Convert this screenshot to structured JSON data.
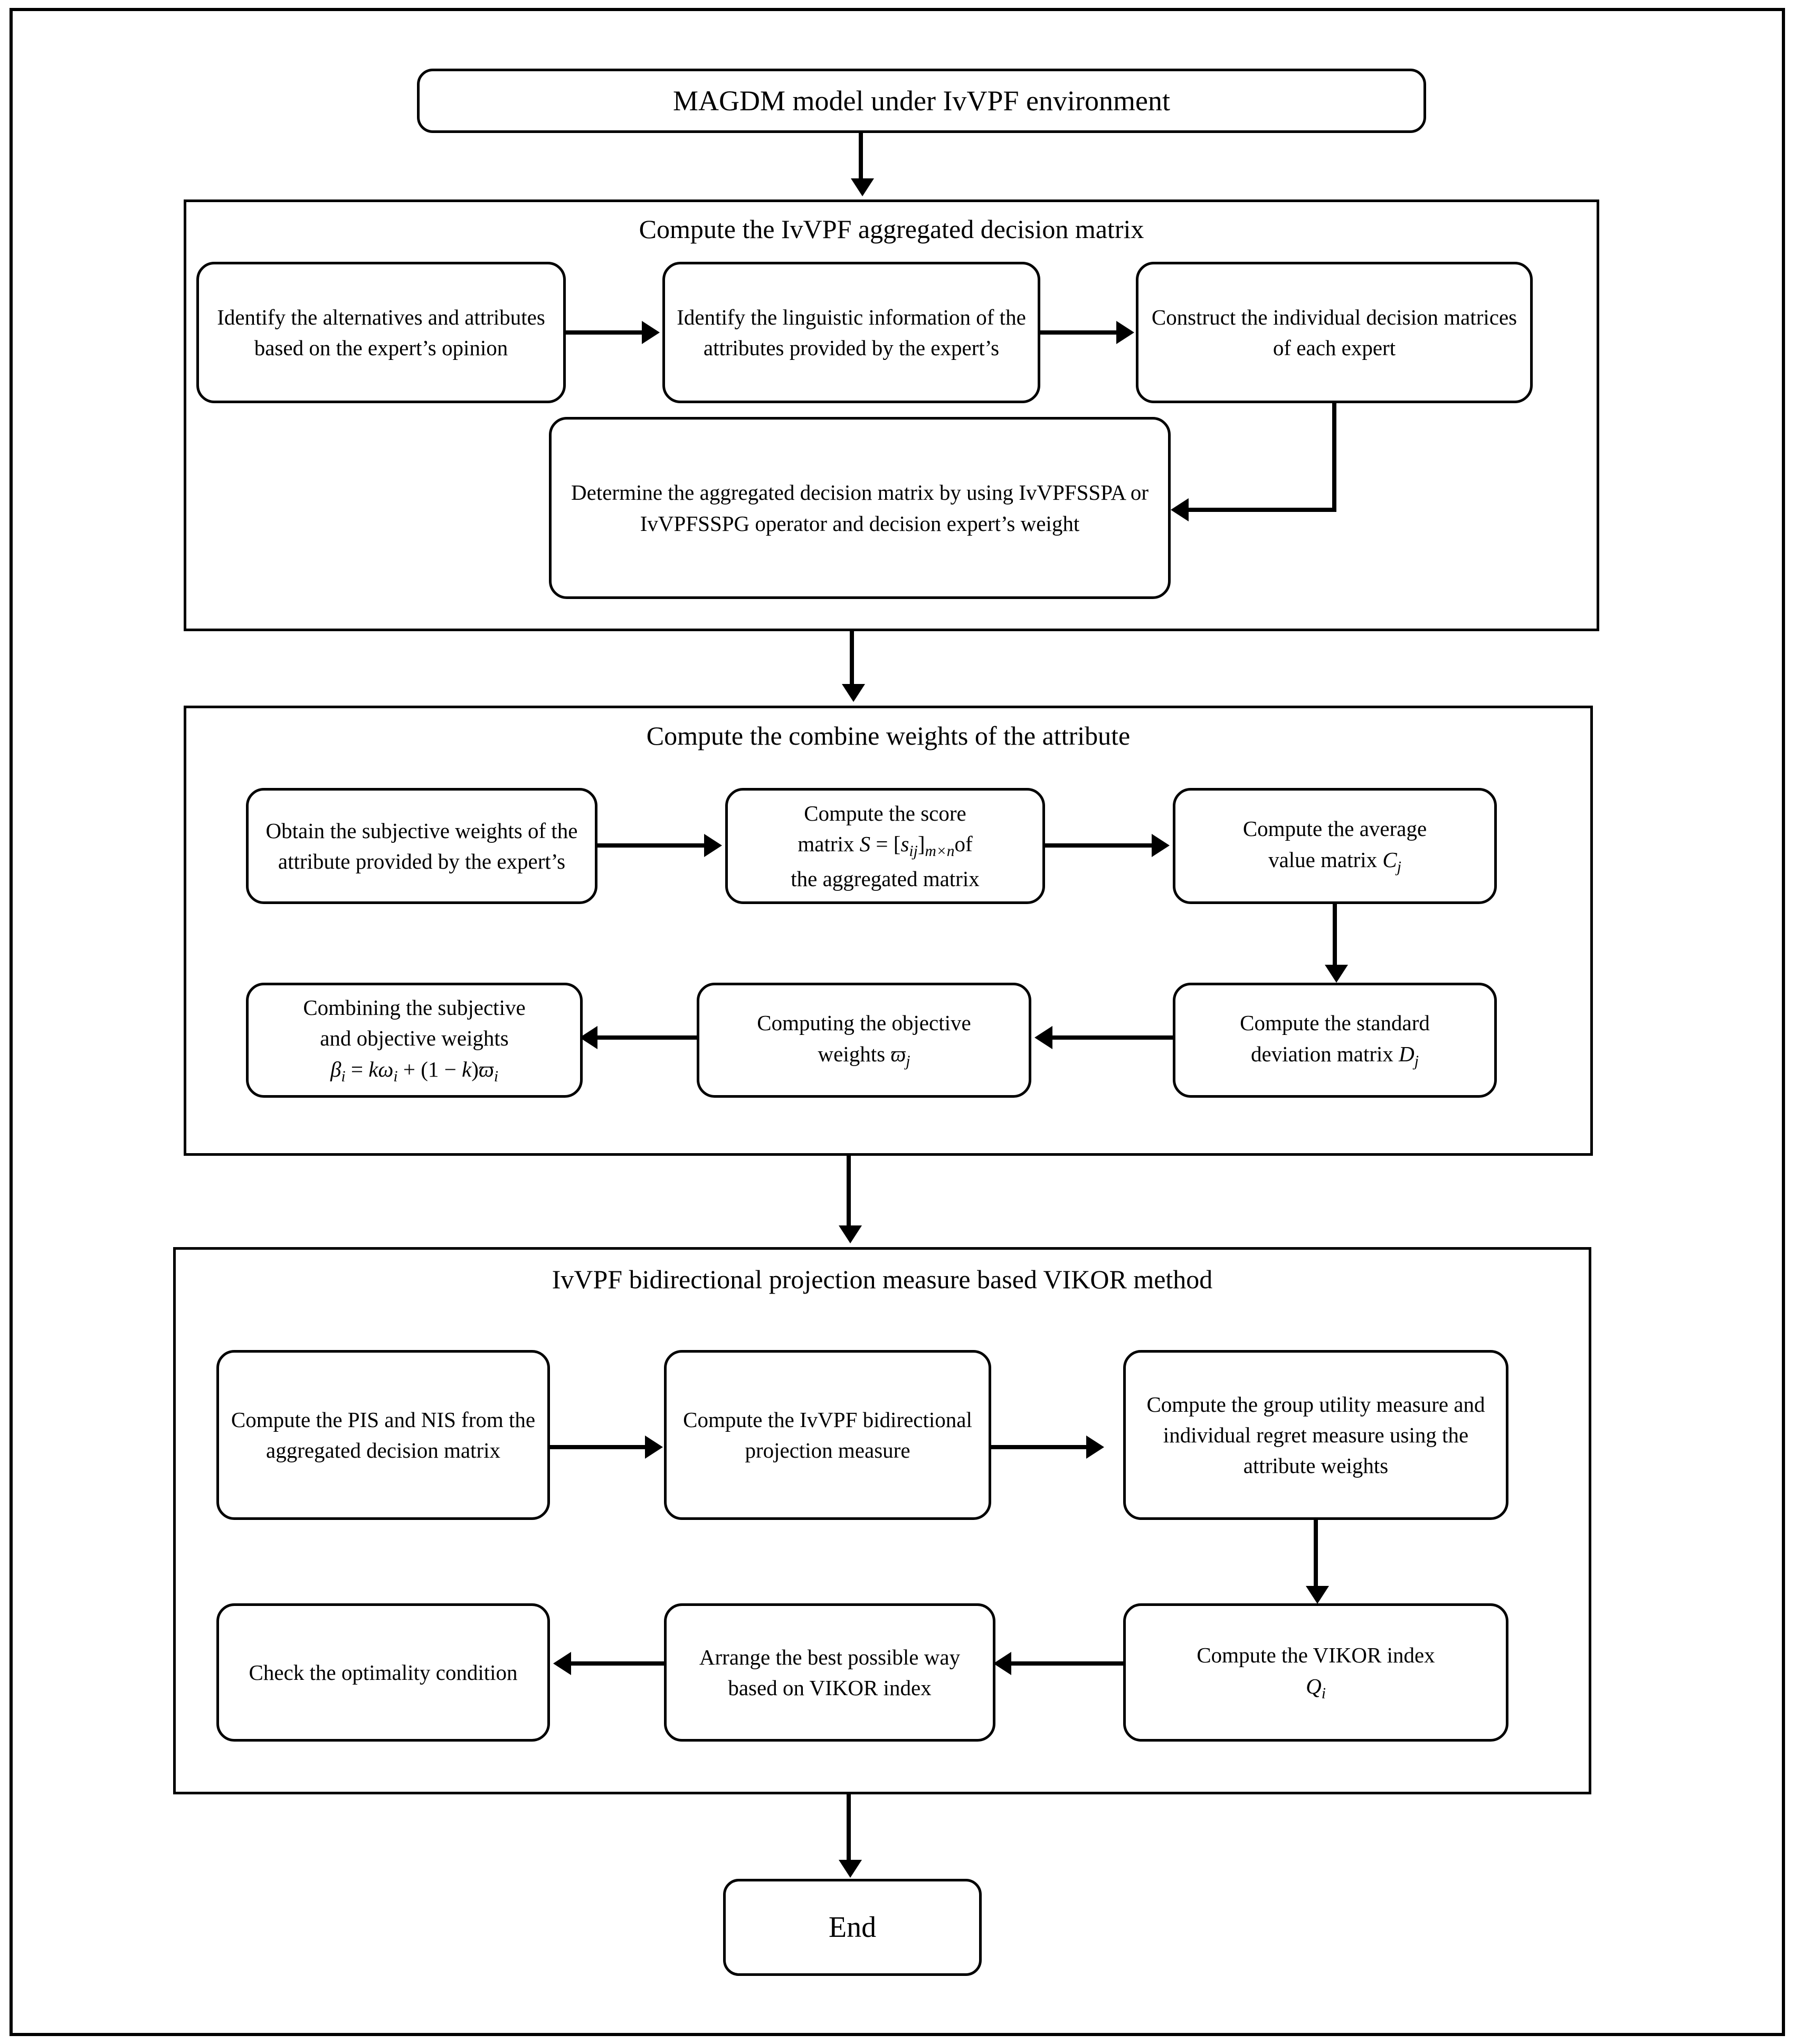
{
  "diagram": {
    "start": {
      "label": "MAGDM model under IvVPF environment"
    },
    "end": {
      "label": "End"
    },
    "sections": [
      {
        "id": "section-aggregated-matrix",
        "title": "Compute the IvVPF aggregated decision matrix",
        "steps": [
          {
            "id": "identify-alternatives",
            "label": "Identify the alternatives and attributes based on the expert’s opinion"
          },
          {
            "id": "identify-linguistic",
            "label": "Identify the linguistic information of the attributes provided by the expert’s"
          },
          {
            "id": "construct-individual-matrices",
            "label": "Construct the individual decision matrices of each expert"
          },
          {
            "id": "determine-aggregated-matrix",
            "label": "Determine the aggregated decision matrix by using IvVPFSSPA or IvVPFSSPG operator and decision expert’s weight"
          }
        ]
      },
      {
        "id": "section-combine-weights",
        "title": "Compute the combine weights of the attribute",
        "steps": [
          {
            "id": "obtain-subjective-weights",
            "label": "Obtain the subjective weights of the attribute provided by the expert’s"
          },
          {
            "id": "compute-score-matrix",
            "label_line1": "Compute the score",
            "label_line2_prefix": "matrix ",
            "formula": "S = [s_ij]_{m×n}",
            "label_line2_suffix": "of",
            "label_line3": "the aggregated matrix"
          },
          {
            "id": "compute-average-value-matrix",
            "label_line1": "Compute the average",
            "label_line2_prefix": "value matrix ",
            "formula": "C_j"
          },
          {
            "id": "compute-standard-deviation",
            "label_line1": "Compute the standard",
            "label_line2_prefix": "deviation matrix ",
            "formula": "D_j"
          },
          {
            "id": "computing-objective-weights",
            "label_line1": "Computing the objective",
            "label_line2_prefix": "weights ",
            "formula": "ϖ_j"
          },
          {
            "id": "combining-weights",
            "label_line1": "Combining the subjective",
            "label_line2": "and objective weights",
            "formula": "β_i = kω_i + (1 − k)ϖ_i"
          }
        ]
      },
      {
        "id": "section-vikor",
        "title": "IvVPF bidirectional projection measure based VIKOR method",
        "steps": [
          {
            "id": "compute-pis-nis",
            "label": "Compute the PIS and NIS from the aggregated decision matrix"
          },
          {
            "id": "compute-bidirectional-projection",
            "label": "Compute the IvVPF bidirectional projection measure"
          },
          {
            "id": "compute-group-utility",
            "label": "Compute the group utility measure and individual regret measure using the attribute weights"
          },
          {
            "id": "compute-vikor-index",
            "label_line1": "Compute the VIKOR index",
            "formula": "Q_i"
          },
          {
            "id": "arrange-best-way",
            "label": "Arrange the best possible way based on VIKOR index"
          },
          {
            "id": "check-optimality",
            "label": "Check the optimality condition"
          }
        ]
      }
    ],
    "colors": {
      "stroke": "#000000",
      "background": "#ffffff"
    }
  }
}
